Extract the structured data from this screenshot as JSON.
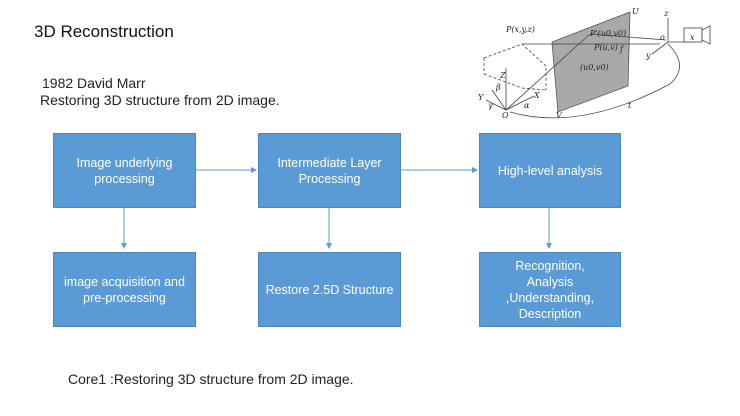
{
  "slide": {
    "title": "3D Reconstruction",
    "intro_line1": "1982 David Marr",
    "intro_line2": "Restoring 3D structure from 2D image.",
    "footer": "Core1 :Restoring 3D structure from 2D image."
  },
  "diagram": {
    "boxes": [
      {
        "id": "b1",
        "label": "Image underlying\nprocessing"
      },
      {
        "id": "b2",
        "label": "Intermediate Layer\nProcessing"
      },
      {
        "id": "b3",
        "label": "High-level analysis"
      },
      {
        "id": "b4",
        "label": "image acquisition and\npre-processing"
      },
      {
        "id": "b5",
        "label": "Restore 2.5D Structure"
      },
      {
        "id": "b6",
        "label": "Recognition,\nAnalysis ,Understanding,\nDescription"
      }
    ],
    "colors": {
      "box": "#5b9bd5",
      "arrow": "#5b9bd5",
      "text": "#ffffff"
    }
  },
  "figure": {
    "labels": {
      "P_world": "P(x,y,z)",
      "p_uv0": "P'(u0,v0)",
      "p_uv": "P(u,v)",
      "uv0": "(u0,v0)",
      "U": "U",
      "V": "V",
      "Z": "Z",
      "X": "X",
      "Y": "Y",
      "O": "O",
      "beta": "β",
      "gamma": "γ",
      "alpha": "α",
      "z": "z",
      "x": "x",
      "y": "y",
      "o": "o",
      "f": "f",
      "t": "t"
    }
  }
}
